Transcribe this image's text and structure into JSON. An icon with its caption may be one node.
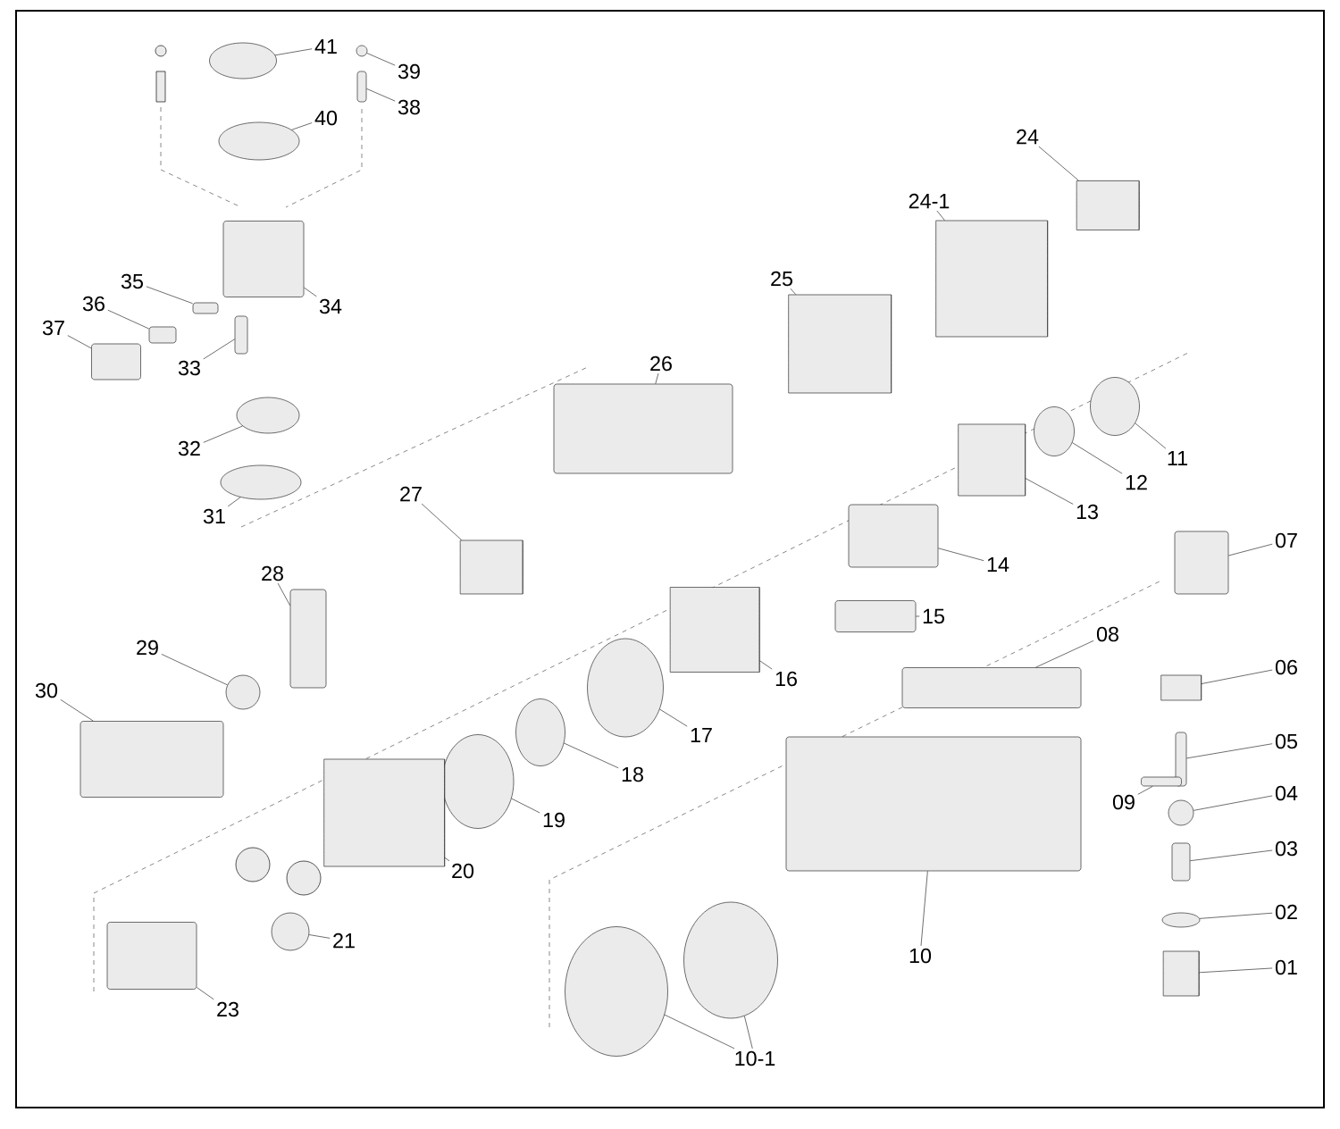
{
  "diagram": {
    "nodes": [
      {
        "text": [
          "41"
        ]
      },
      {
        "text": [],
        "shape": "circle"
      },
      {
        "text": [
          "39"
        ]
      },
      {
        "text": [],
        "shape": "circle"
      },
      {
        "text": [
          "40"
        ]
      },
      {
        "text": [],
        "shape": "circle"
      },
      {
        "text": [
          "38"
        ]
      },
      {
        "text": [],
        "shape": "box"
      },
      {
        "text": [
          "24"
        ]
      },
      {
        "text": [],
        "shape": "cylinder"
      },
      {
        "text": [
          "24-1"
        ]
      },
      {
        "text": [],
        "shape": "cylinder"
      },
      {
        "text": [
          "35"
        ]
      },
      {
        "text": [],
        "shape": "box"
      },
      {
        "text": [
          "25"
        ]
      },
      {
        "text": [],
        "shape": "cylinder"
      },
      {
        "text": [
          "36"
        ]
      },
      {
        "text": [],
        "shape": "box"
      },
      {
        "text": [
          "34"
        ]
      },
      {
        "text": [],
        "shape": "box"
      },
      {
        "text": [
          "37"
        ]
      },
      {
        "text": [],
        "shape": "box"
      },
      {
        "text": [
          "33"
        ]
      },
      {
        "text": [],
        "shape": "box"
      },
      {
        "text": [
          "26"
        ]
      },
      {
        "text": [],
        "shape": "box"
      },
      {
        "text": [
          "32"
        ]
      },
      {
        "text": [],
        "shape": "circle"
      },
      {
        "text": [
          "11"
        ]
      },
      {
        "text": [],
        "shape": "circle"
      },
      {
        "text": [
          "12"
        ]
      },
      {
        "text": [],
        "shape": "circle"
      },
      {
        "text": [
          "27"
        ]
      },
      {
        "text": [],
        "shape": "cylinder"
      },
      {
        "text": [
          "31"
        ]
      },
      {
        "text": [],
        "shape": "circle"
      },
      {
        "text": [
          "13"
        ]
      },
      {
        "text": [],
        "shape": "cylinder"
      },
      {
        "text": [
          "07"
        ]
      },
      {
        "text": [],
        "shape": "box"
      },
      {
        "text": [
          "14"
        ]
      },
      {
        "text": [],
        "shape": "box"
      },
      {
        "text": [
          "28"
        ]
      },
      {
        "text": [],
        "shape": "box"
      },
      {
        "text": [
          "15"
        ]
      },
      {
        "text": [],
        "shape": "box"
      },
      {
        "text": [
          "08"
        ]
      },
      {
        "text": [],
        "shape": "box"
      },
      {
        "text": [
          "29"
        ]
      },
      {
        "text": [],
        "shape": "circle"
      },
      {
        "text": [
          "06"
        ]
      },
      {
        "text": [],
        "shape": "cylinder"
      },
      {
        "text": [
          "16"
        ]
      },
      {
        "text": [],
        "shape": "cylinder"
      },
      {
        "text": [
          "30"
        ]
      },
      {
        "text": [],
        "shape": "box"
      },
      {
        "text": [
          "17"
        ]
      },
      {
        "text": [],
        "shape": "circle"
      },
      {
        "text": [
          "05"
        ]
      },
      {
        "text": [],
        "shape": "box"
      },
      {
        "text": [
          "18"
        ]
      },
      {
        "text": [],
        "shape": "circle"
      },
      {
        "text": [
          "09"
        ]
      },
      {
        "text": [],
        "shape": "box"
      },
      {
        "text": [
          "04"
        ]
      },
      {
        "text": [],
        "shape": "circle"
      },
      {
        "text": [
          "19"
        ]
      },
      {
        "text": [],
        "shape": "circle"
      },
      {
        "text": [
          "03"
        ]
      },
      {
        "text": [],
        "shape": "box"
      },
      {
        "text": [
          "20"
        ]
      },
      {
        "text": [],
        "shape": "cylinder"
      },
      {
        "text": [
          "02"
        ]
      },
      {
        "text": [],
        "shape": "circle"
      },
      {
        "text": [
          "10"
        ]
      },
      {
        "text": [],
        "shape": "box"
      },
      {
        "text": [
          "21"
        ]
      },
      {
        "text": [],
        "shape": "circle"
      },
      {
        "text": [
          "01"
        ]
      },
      {
        "text": [],
        "shape": "cylinder"
      },
      {
        "text": [
          "23"
        ]
      },
      {
        "text": [],
        "shape": "box"
      },
      {
        "text": [
          "10-1"
        ]
      },
      {
        "text": [],
        "shape": "circle"
      },
      {
        "text": [],
        "shape": "circle"
      }
    ],
    "edges": [
      {
        "from": 0,
        "to": 1,
        "arrow": "none"
      },
      {
        "from": 2,
        "to": 3,
        "arrow": "none"
      },
      {
        "from": 4,
        "to": 5,
        "arrow": "none"
      },
      {
        "from": 6,
        "to": 7,
        "arrow": "none"
      },
      {
        "from": 8,
        "to": 9,
        "arrow": "none"
      },
      {
        "from": 10,
        "to": 11,
        "arrow": "none"
      },
      {
        "from": 12,
        "to": 13,
        "arrow": "none"
      },
      {
        "from": 14,
        "to": 15,
        "arrow": "none"
      },
      {
        "from": 16,
        "to": 17,
        "arrow": "none"
      },
      {
        "from": 18,
        "to": 19,
        "arrow": "none"
      },
      {
        "from": 20,
        "to": 21,
        "arrow": "none"
      },
      {
        "from": 22,
        "to": 23,
        "arrow": "none"
      },
      {
        "from": 24,
        "to": 25,
        "arrow": "none"
      },
      {
        "from": 26,
        "to": 27,
        "arrow": "none"
      },
      {
        "from": 28,
        "to": 29,
        "arrow": "none"
      },
      {
        "from": 30,
        "to": 31,
        "arrow": "none"
      },
      {
        "from": 32,
        "to": 33,
        "arrow": "none"
      },
      {
        "from": 34,
        "to": 35,
        "arrow": "none"
      },
      {
        "from": 36,
        "to": 37,
        "arrow": "none"
      },
      {
        "from": 38,
        "to": 39,
        "arrow": "none"
      },
      {
        "from": 40,
        "to": 41,
        "arrow": "none"
      },
      {
        "from": 42,
        "to": 43,
        "arrow": "none"
      },
      {
        "from": 44,
        "to": 45,
        "arrow": "none"
      },
      {
        "from": 46,
        "to": 47,
        "arrow": "none"
      },
      {
        "from": 48,
        "to": 49,
        "arrow": "none"
      },
      {
        "from": 50,
        "to": 51,
        "arrow": "none"
      },
      {
        "from": 52,
        "to": 53,
        "arrow": "none"
      },
      {
        "from": 54,
        "to": 55,
        "arrow": "none"
      },
      {
        "from": 56,
        "to": 57,
        "arrow": "none"
      },
      {
        "from": 58,
        "to": 59,
        "arrow": "none"
      },
      {
        "from": 60,
        "to": 61,
        "arrow": "none"
      },
      {
        "from": 62,
        "to": 63,
        "arrow": "none"
      },
      {
        "from": 64,
        "to": 65,
        "arrow": "none"
      },
      {
        "from": 66,
        "to": 67,
        "arrow": "none"
      },
      {
        "from": 68,
        "to": 69,
        "arrow": "none"
      },
      {
        "from": 70,
        "to": 71,
        "arrow": "none"
      },
      {
        "from": 72,
        "to": 73,
        "arrow": "none"
      },
      {
        "from": 74,
        "to": 75,
        "arrow": "none"
      },
      {
        "from": 76,
        "to": 77,
        "arrow": "none"
      },
      {
        "from": 78,
        "to": 79,
        "arrow": "none"
      },
      {
        "from": 80,
        "to": 81,
        "arrow": "none"
      },
      {
        "from": 82,
        "to": 83,
        "arrow": "none"
      },
      {
        "from": 82,
        "to": 84,
        "arrow": "none"
      }
    ]
  }
}
